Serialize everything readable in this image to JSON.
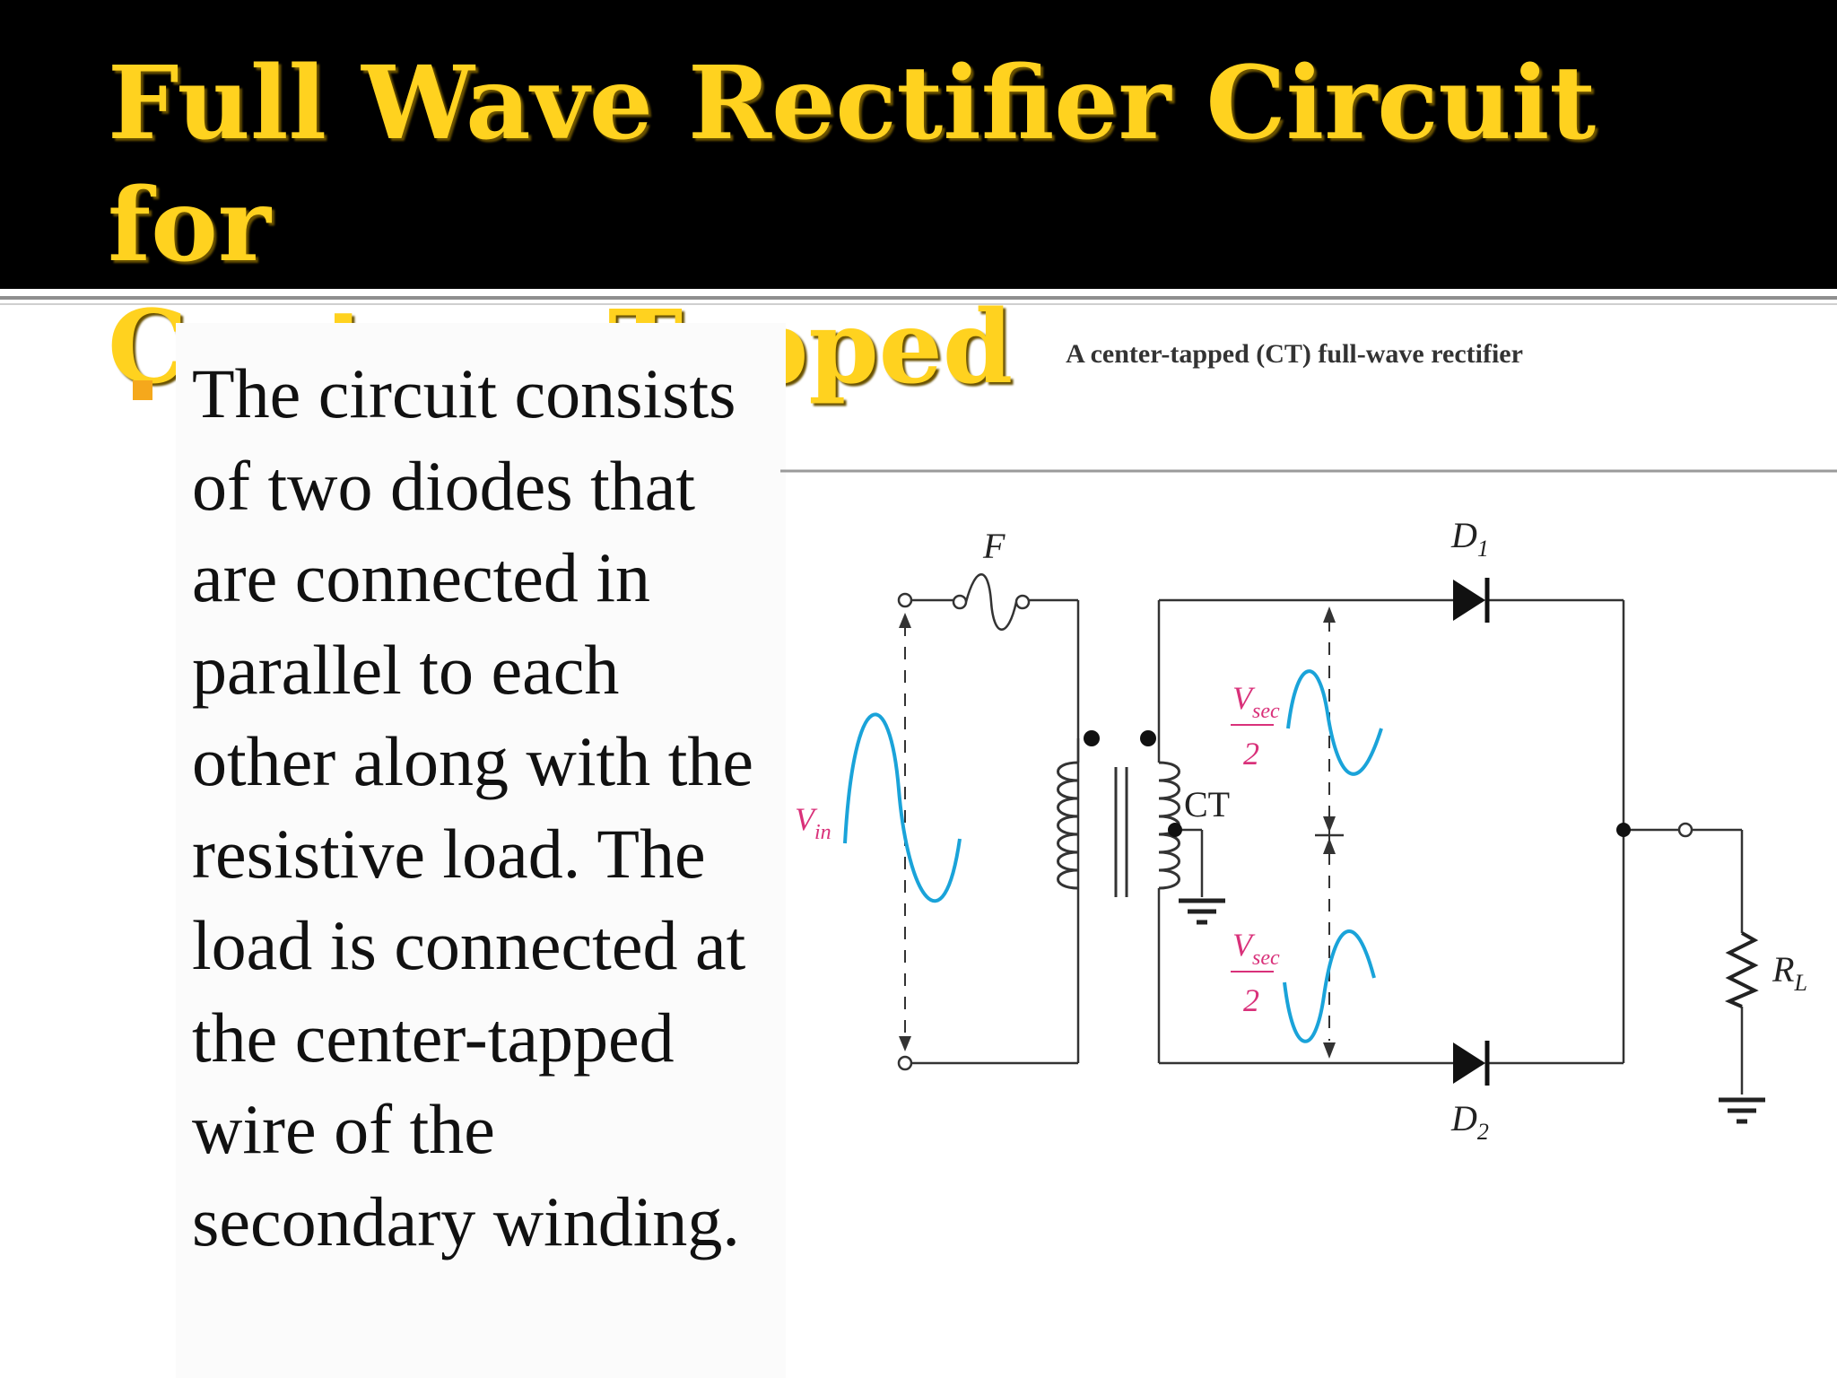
{
  "slide": {
    "title_lines": [
      "Full Wave Rectifier Circuit for",
      "Center – Tapped"
    ],
    "bullet_lines": [
      "The circuit consists",
      "of two diodes that",
      "are connected in",
      "parallel to each",
      "other along with the",
      "resistive load. The",
      "load is connected at",
      "the center-tapped",
      "wire of the",
      "secondary winding."
    ]
  },
  "diagram": {
    "caption": "A center-tapped (CT) full-wave rectifier",
    "labels": {
      "fuse": "F",
      "vin_main": "V",
      "vin_sub": "in",
      "ct": "CT",
      "vsec_main": "V",
      "vsec_sub": "sec",
      "vsec_den": "2",
      "d1_main": "D",
      "d1_sub": "1",
      "d2_main": "D",
      "d2_sub": "2",
      "rl_main": "R",
      "rl_sub": "L"
    }
  },
  "colors": {
    "title": "#ffd21f",
    "bullet": "#f5a81c",
    "wave": "#1aa3d9",
    "annotation": "#d9317a"
  },
  "icons": {
    "bullet": "square-bullet-icon",
    "diode": "diode-icon",
    "ground": "ground-icon",
    "fuse": "fuse-icon",
    "resistor": "resistor-icon",
    "transformer": "transformer-icon"
  }
}
